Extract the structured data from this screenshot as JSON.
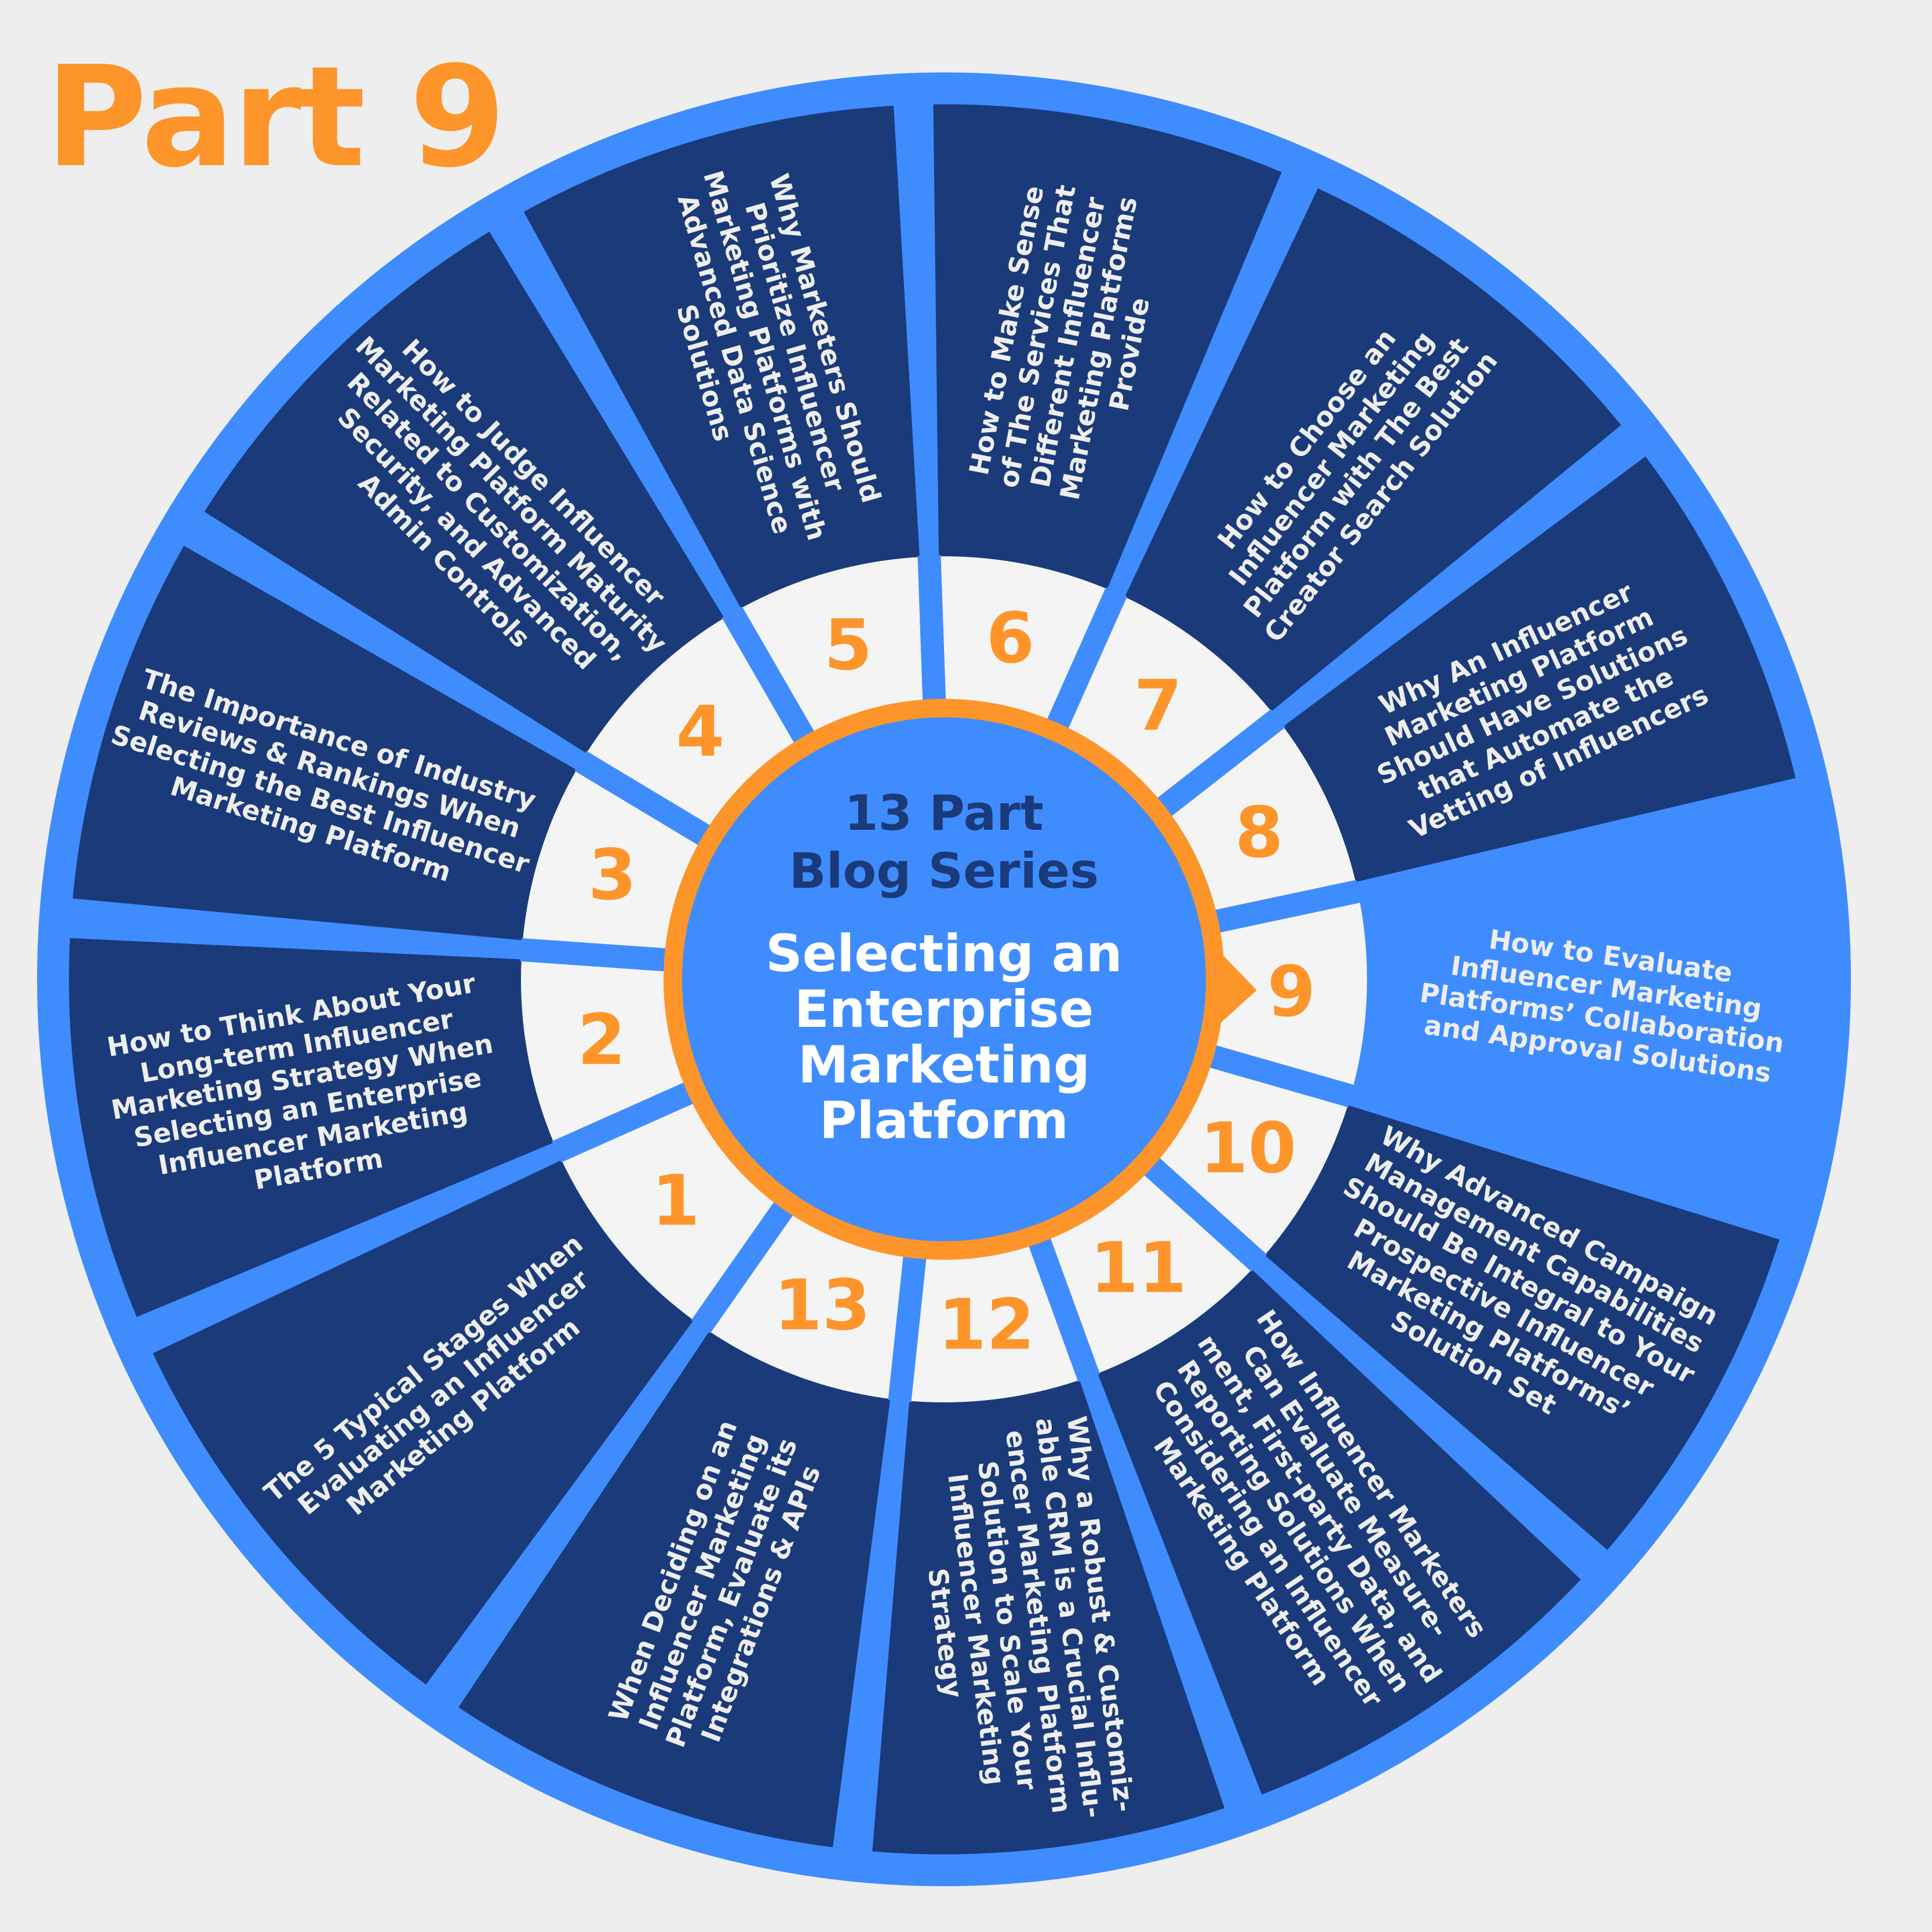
{
  "title": "Part 9",
  "colors": {
    "background": "#eeeeee",
    "ring_blue": "#3f8cff",
    "segment_navy": "#1a3a7a",
    "highlight_segment": "#3f8cff",
    "inner_ring": "#f4f4f4",
    "accent_orange": "#fd952b",
    "hub_blue": "#3f8cff",
    "text_light": "#eeeeee",
    "hub_top_text": "#1a3a7a"
  },
  "hub": {
    "line1": "13 Part",
    "line2": "Blog Series",
    "subtitle_lines": [
      "Selecting an",
      "Enterprise",
      "Marketing",
      "Platform"
    ]
  },
  "active_part": 9,
  "parts": [
    {
      "number": "1",
      "lines": [
        "The 5 Typical Stages When",
        "Evaluating an Influencer",
        "Marketing Platform"
      ]
    },
    {
      "number": "2",
      "lines": [
        "How to Think About Your",
        "Long-term Influencer",
        "Marketing Strategy When",
        "Selecting an Enterprise",
        "Influencer Marketing",
        "Platform"
      ]
    },
    {
      "number": "3",
      "lines": [
        "The Importance of Industry",
        "Reviews & Rankings When",
        "Selecting the Best Influencer",
        "Marketing Platform"
      ]
    },
    {
      "number": "4",
      "lines": [
        "How to Judge Influencer",
        "Marketing Platform Maturity",
        "Related to Customization,",
        "Security, and Advanced",
        "Admin Controls"
      ]
    },
    {
      "number": "5",
      "lines": [
        "Why Marketers Should",
        "Prioritize Influencer",
        "Marketing Platforms with",
        "Advanced Data Science",
        "Solutions"
      ]
    },
    {
      "number": "6",
      "lines": [
        "How to Make Sense",
        "of The Services That",
        "Different Influencer",
        "Marketing Platforms",
        "Provide"
      ]
    },
    {
      "number": "7",
      "lines": [
        "How to Choose an",
        "Influencer Marketing",
        "Platform with The Best",
        "Creator Search Solution"
      ]
    },
    {
      "number": "8",
      "lines": [
        "Why An Influencer",
        "Marketing Platform",
        "Should Have Solutions",
        "that Automate the",
        "Vetting of Influencers"
      ]
    },
    {
      "number": "9",
      "lines": [
        "How to Evaluate",
        "Influencer Marketing",
        "Platforms’ Collaboration",
        "and Approval Solutions"
      ]
    },
    {
      "number": "10",
      "lines": [
        "Why Advanced Campaign",
        "Management Capabilities",
        "Should Be Integral to Your",
        "Prospective Influencer",
        "Marketing Platforms’",
        "Solution Set"
      ]
    },
    {
      "number": "11",
      "lines": [
        "How Influencer Marketers",
        "Can Evaluate Measure-",
        "ment, First-party Data, and",
        "Reporting Solutions When",
        "Considering an Influencer",
        "Marketing Platform"
      ]
    },
    {
      "number": "12",
      "lines": [
        "Why a Robust & Customiz-",
        "able CRM is a Crucial Influ-",
        "encer Marketing Platform",
        "Solution to Scale Your",
        "Influencer Marketing",
        "Strategy"
      ]
    },
    {
      "number": "13",
      "lines": [
        "When Deciding on an",
        "Influencer Marketing",
        "Platform, Evaluate its",
        "Integrations & APIs"
      ]
    }
  ]
}
